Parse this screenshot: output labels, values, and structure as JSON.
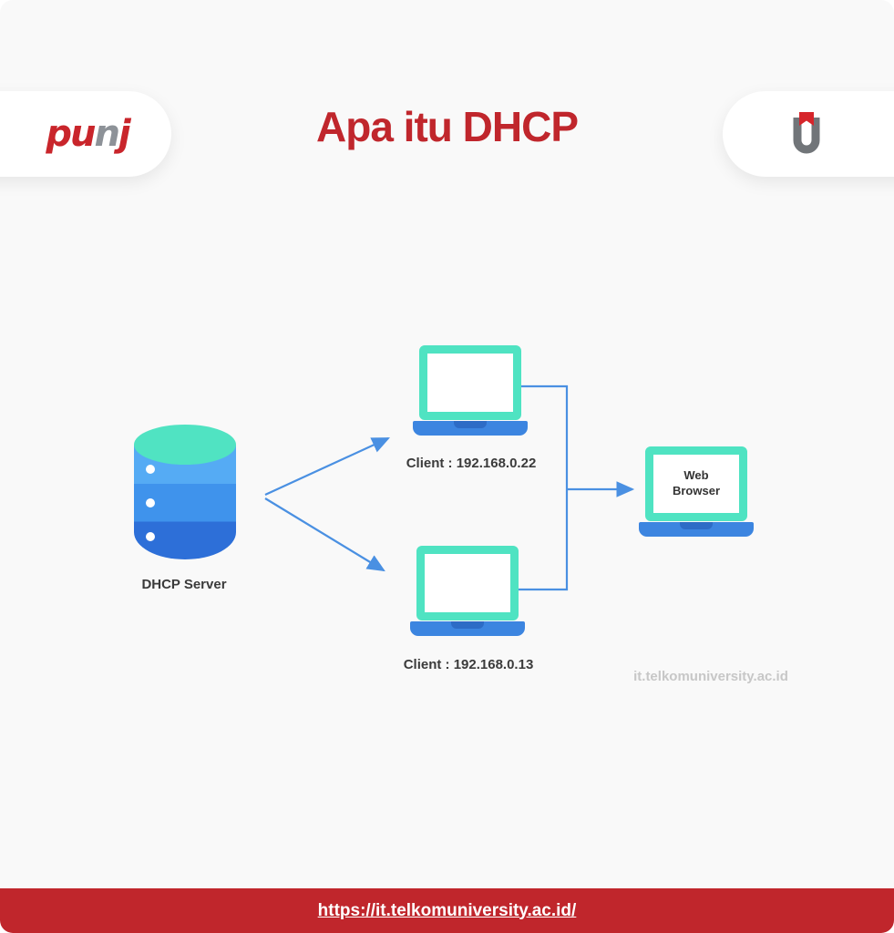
{
  "page": {
    "title": "Apa itu DHCP",
    "background": "#f9f9f9"
  },
  "logos": {
    "puti": {
      "p1": "pu",
      "p2": "n",
      "p3": "j"
    },
    "telkom": {
      "name": "telkom-university-logo"
    }
  },
  "diagram": {
    "server_label": "DHCP Server",
    "client1_label": "Client : 192.168.0.22",
    "client2_label": "Client : 192.168.0.13",
    "browser_label_line1": "Web",
    "browser_label_line2": "Browser",
    "watermark": "it.telkomuniversity.ac.id",
    "connections": [
      "DHCP Server -> Client 192.168.0.22",
      "DHCP Server -> Client 192.168.0.13",
      "Client 192.168.0.22 -> Web Browser",
      "Client 192.168.0.13 -> Web Browser"
    ]
  },
  "colors": {
    "accent_red": "#c0262c",
    "teal": "#4fe3c2",
    "laptop_blue": "#3c85e0",
    "arrow_blue": "#4a90e2",
    "server_blues": [
      "#55abf4",
      "#3f93ec",
      "#2d6fd8"
    ]
  },
  "footer": {
    "url_label": "https://it.telkomuniversity.ac.id/"
  }
}
